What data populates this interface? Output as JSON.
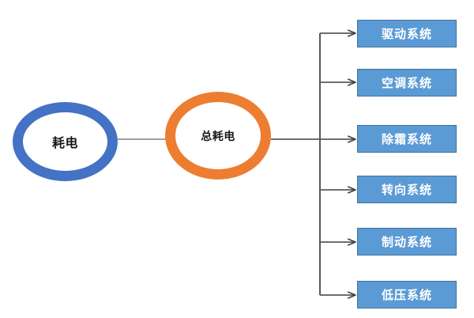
{
  "diagram": {
    "type": "flow-diagram",
    "background_color": "#FFFFFF",
    "nodes": {
      "source": {
        "label": "耗电",
        "shape": "ring",
        "color": "#4472C4",
        "text_color": "#1A1A1A"
      },
      "aggregate": {
        "label": "总耗电",
        "shape": "ring",
        "color": "#ED7D31",
        "text_color": "#1A1A1A"
      }
    },
    "connector": {
      "line_color": "#595959",
      "arrow_style": "open-arrow"
    },
    "subsystems": {
      "box_color": "#5B9BD5",
      "box_border_color": "#41719C",
      "text_color": "#FFFFFF",
      "items": [
        {
          "label": "驱动系统"
        },
        {
          "label": "空调系统"
        },
        {
          "label": "除霜系统"
        },
        {
          "label": "转向系统"
        },
        {
          "label": "制动系统"
        },
        {
          "label": "低压系统"
        }
      ]
    }
  }
}
